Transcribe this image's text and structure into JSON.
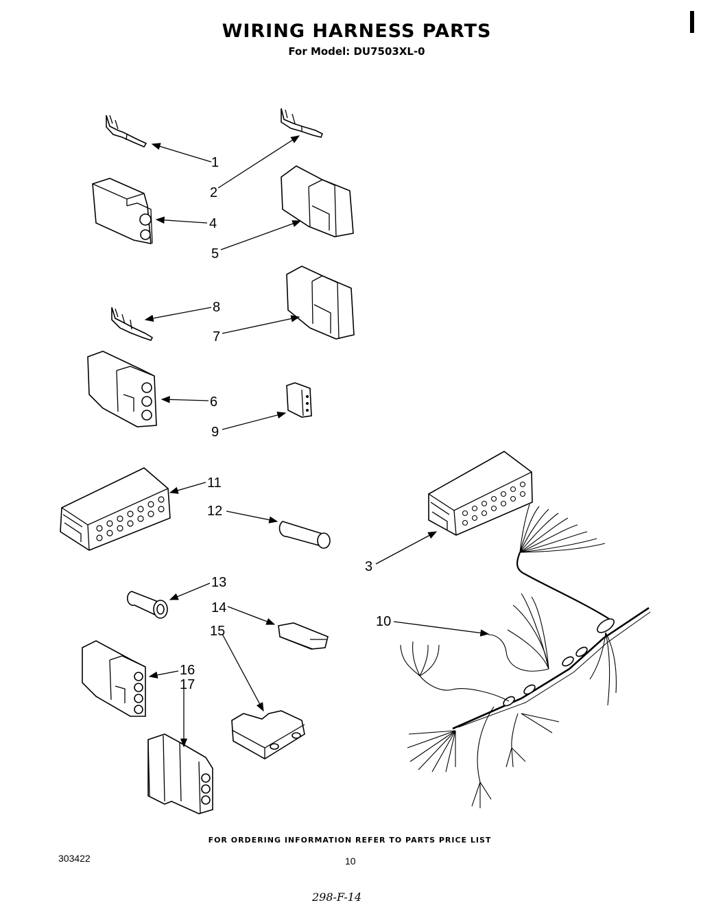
{
  "header": {
    "title": "WIRING HARNESS PARTS",
    "subtitle": "For Model: DU7503XL-0"
  },
  "callouts": {
    "c1": "1",
    "c2": "2",
    "c3": "3",
    "c4": "4",
    "c5": "5",
    "c6": "6",
    "c7": "7",
    "c8": "8",
    "c9": "9",
    "c10": "10",
    "c11": "11",
    "c12": "12",
    "c13": "13",
    "c14": "14",
    "c15": "15",
    "c16": "16",
    "c17": "17"
  },
  "footer": {
    "note": "FOR ORDERING INFORMATION REFER TO PARTS PRICE LIST",
    "doc_number": "303422",
    "page_number": "10",
    "handwritten": "298-F-14"
  }
}
